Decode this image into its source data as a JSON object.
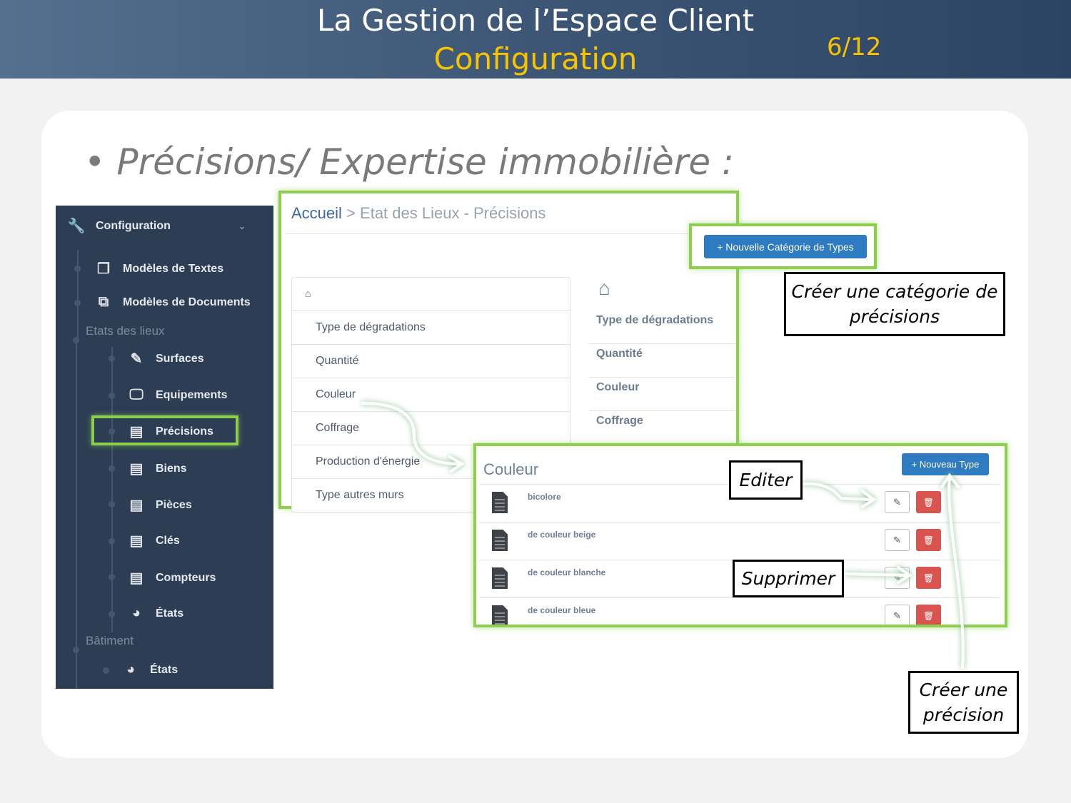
{
  "slide": {
    "title": "La Gestion de l’Espace Client",
    "subtitle": "Configuration",
    "page": "6/12",
    "heading": "• Précisions/ Expertise immobilière :"
  },
  "sidebar": {
    "header": "Configuration",
    "items": [
      {
        "label": "Modèles de Textes",
        "icon": "copy-icon"
      },
      {
        "label": "Modèles de Documents",
        "icon": "documents-icon"
      }
    ],
    "section1": "Etats des lieux",
    "section1_items": [
      {
        "label": "Surfaces",
        "icon": "pencil-icon"
      },
      {
        "label": "Equipements",
        "icon": "monitor-icon"
      },
      {
        "label": "Précisions",
        "icon": "book-icon"
      },
      {
        "label": "Biens",
        "icon": "book-icon"
      },
      {
        "label": "Pièces",
        "icon": "book-icon"
      },
      {
        "label": "Clés",
        "icon": "book-icon"
      },
      {
        "label": "Compteurs",
        "icon": "book-icon"
      },
      {
        "label": "États",
        "icon": "dashboard-icon"
      }
    ],
    "section2": "Bâtiment",
    "section2_items": [
      {
        "label": "États",
        "icon": "dashboard-icon"
      }
    ]
  },
  "breadcrumb": {
    "home": "Accueil",
    "sep": ">",
    "current": "Etat des Lieux - Précisions"
  },
  "new_category_button": "+ Nouvelle Catégorie de Types",
  "categories_left": [
    "Type de dégradations",
    "Quantité",
    "Couleur",
    "Coffrage",
    "Production d'énergie",
    "Type autres murs"
  ],
  "categories_right": [
    "Type de dégradations",
    "Quantité",
    "Couleur",
    "Coffrage"
  ],
  "detail": {
    "title": "Couleur",
    "new_type_button": "+ Nouveau Type",
    "rows": [
      "bicolore",
      "de couleur beige",
      "de couleur blanche",
      "de couleur bleue"
    ]
  },
  "callouts": {
    "create_category": "Créer une catégorie de précisions",
    "edit": "Editer",
    "delete": "Supprimer",
    "create_precision": "Créer une précision"
  },
  "colors": {
    "accent_green": "#8ccf4c",
    "button_blue": "#2f7bc1",
    "danger_red": "#d9534f",
    "title_yellow": "#f7c400"
  }
}
